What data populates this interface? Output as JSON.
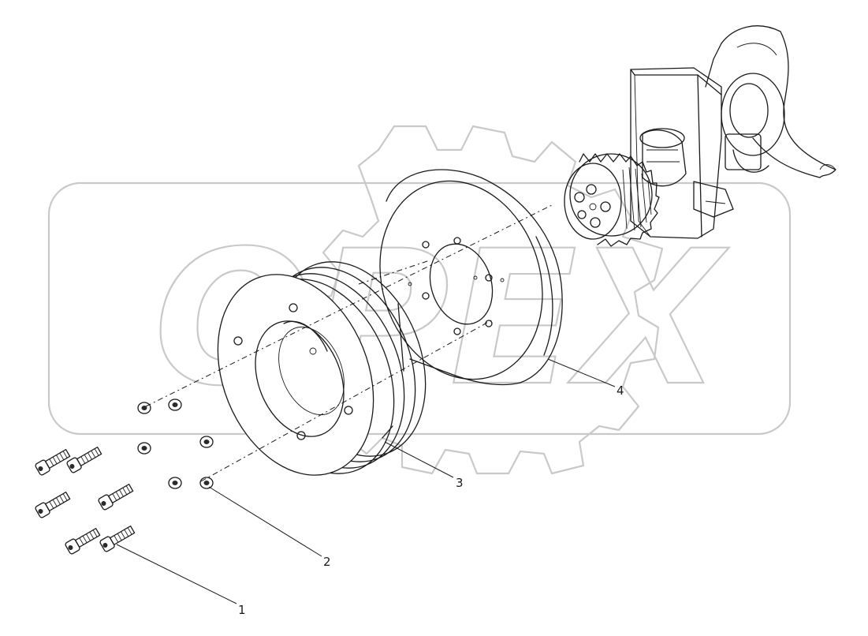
{
  "diagram": {
    "callouts": [
      {
        "id": "1",
        "label": "1"
      },
      {
        "id": "2",
        "label": "2"
      },
      {
        "id": "3",
        "label": "3"
      },
      {
        "id": "4",
        "label": "4"
      }
    ],
    "watermark": {
      "text": "OPEX"
    }
  }
}
